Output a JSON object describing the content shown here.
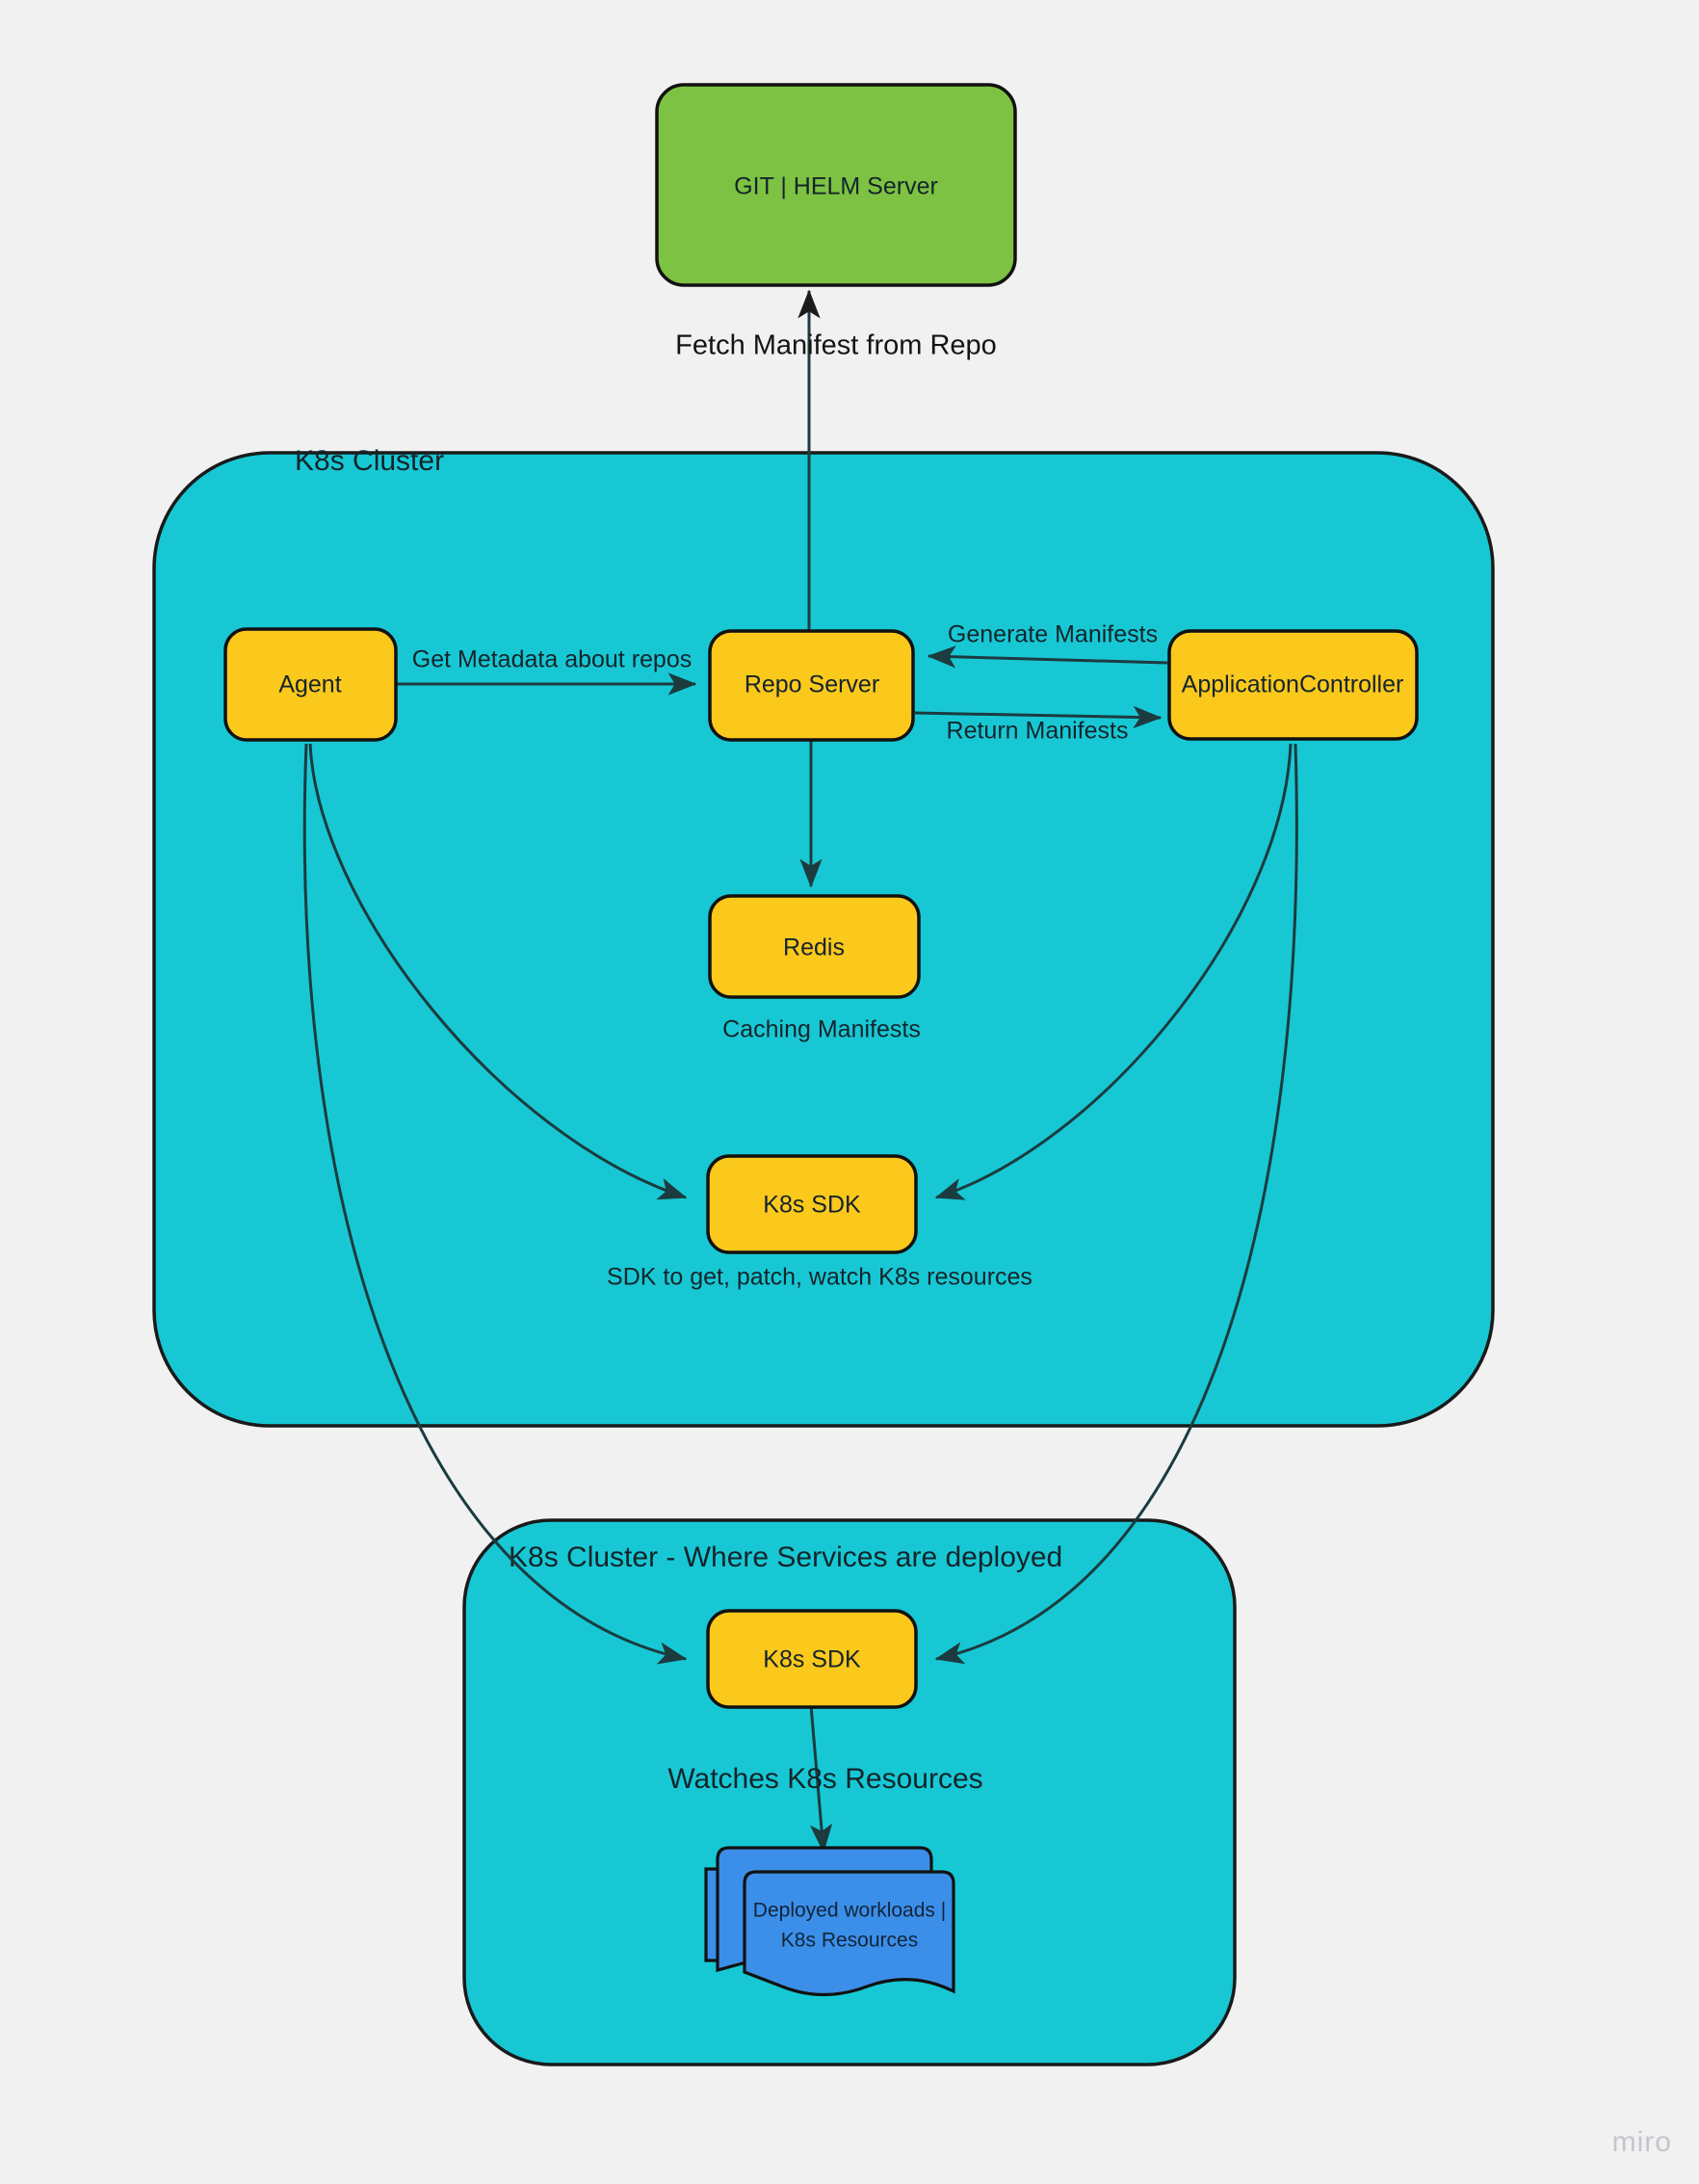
{
  "canvas": {
    "background_color": "#f1f1f1",
    "watermark": "miro"
  },
  "palette": {
    "cluster_fill": "#17c8d4",
    "service_fill": "#fbc81c",
    "repo_server_fill": "#7dc242",
    "workload_fill": "#3b8fe8",
    "stroke": "#111111",
    "edge_stroke": "#1b3b3f",
    "text": "#14242b"
  },
  "nodes": {
    "git_helm_server": {
      "label": "GIT | HELM Server"
    },
    "agent": {
      "label": "Agent"
    },
    "repo_server": {
      "label": "Repo Server"
    },
    "application_controller": {
      "label": "ApplicationController"
    },
    "redis": {
      "label": "Redis",
      "caption": "Caching Manifests"
    },
    "k8s_sdk_upper": {
      "label": "K8s SDK",
      "caption": "SDK to get, patch, watch K8s resources"
    },
    "k8s_sdk_lower": {
      "label": "K8s SDK"
    },
    "deployed_workloads": {
      "line1": "Deployed workloads |",
      "line2": "K8s Resources"
    }
  },
  "clusters": {
    "control_plane": {
      "label": "K8s Cluster"
    },
    "workload_cluster": {
      "label": "K8s Cluster - Where Services are deployed"
    }
  },
  "edges": {
    "fetch_manifest": {
      "label": "Fetch Manifest from Repo"
    },
    "get_metadata": {
      "label": "Get Metadata about repos"
    },
    "generate_manifests": {
      "label": "Generate Manifests"
    },
    "return_manifests": {
      "label": "Return Manifests"
    },
    "watches_resources": {
      "label": "Watches K8s Resources"
    }
  }
}
